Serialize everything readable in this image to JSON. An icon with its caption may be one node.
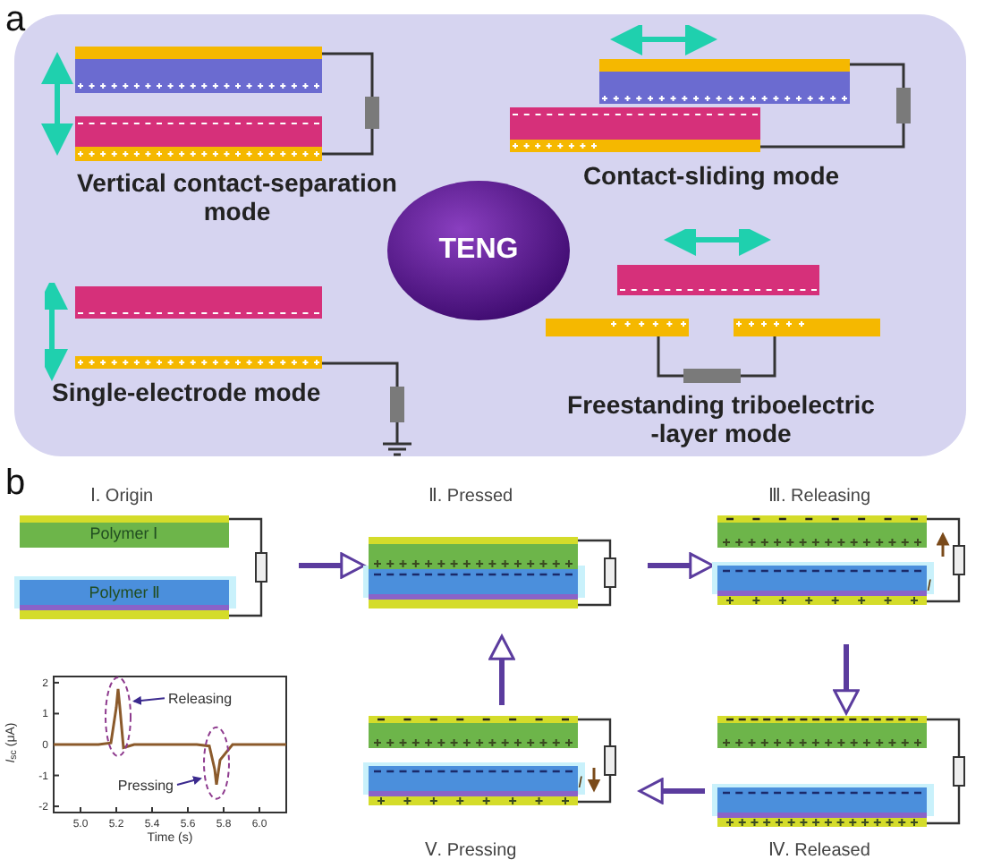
{
  "diagram": {
    "nodes": [
      {
        "text": [
          "TENG"
        ]
      },
      {
        "text": [
          "Vertical contact-separation mode"
        ]
      },
      {
        "text": [
          "Contact-sliding mode"
        ]
      },
      {
        "text": [
          "Single-electrode mode"
        ]
      },
      {
        "text": [
          "Freestanding triboelectric -layer mode"
        ]
      },
      {
        "text": [
          "Ⅰ. Origin"
        ]
      },
      {
        "text": [
          "Polymer Ⅰ"
        ],
        "in": 5
      },
      {
        "text": [
          "Polymer Ⅱ"
        ],
        "in": 5
      },
      {
        "text": [
          "Ⅱ. Pressed"
        ]
      },
      {
        "text": [
          "Ⅲ. Releasing"
        ]
      },
      {
        "text": [
          "Ⅳ. Released"
        ]
      },
      {
        "text": [
          "Ⅴ. Pressing"
        ]
      }
    ],
    "edges": [
      {
        "from": 5,
        "to": 8,
        "arrow": "to"
      },
      {
        "from": 8,
        "to": 9,
        "arrow": "to"
      },
      {
        "from": 9,
        "to": 10,
        "arrow": "to"
      },
      {
        "from": 10,
        "to": 11,
        "arrow": "to"
      },
      {
        "from": 11,
        "to": 8,
        "arrow": "to"
      }
    ],
    "labels": [
      "a",
      "b",
      "I",
      "I"
    ],
    "chart_data": {
      "type": "line",
      "xlabel": "Time (s)",
      "ylabel": "*I*$_{sc}$ (μA)",
      "x": [
        4.85,
        5.1,
        5.17,
        5.2,
        5.21,
        5.22,
        5.24,
        5.3,
        5.65,
        5.72,
        5.75,
        5.76,
        5.78,
        5.85,
        6.15
      ],
      "series": [
        {
          "color": "#8b5a2b",
          "values": [
            0,
            0,
            0.05,
            1.2,
            1.8,
            1.2,
            -0.1,
            0,
            0,
            -0.05,
            -0.8,
            -1.3,
            -0.5,
            0,
            0
          ]
        }
      ],
      "xlim": [
        4.85,
        6.15
      ],
      "ylim": [
        -2.2,
        2.2
      ],
      "xticks": [
        {
          "value": 5,
          "label": "5.0"
        },
        5.2,
        5.4,
        5.6,
        5.8,
        {
          "value": 6,
          "label": "6.0"
        }
      ],
      "yticks": [
        -2,
        -1,
        0,
        1,
        2
      ],
      "annotations": [
        "Releasing",
        "Pressing"
      ]
    }
  }
}
